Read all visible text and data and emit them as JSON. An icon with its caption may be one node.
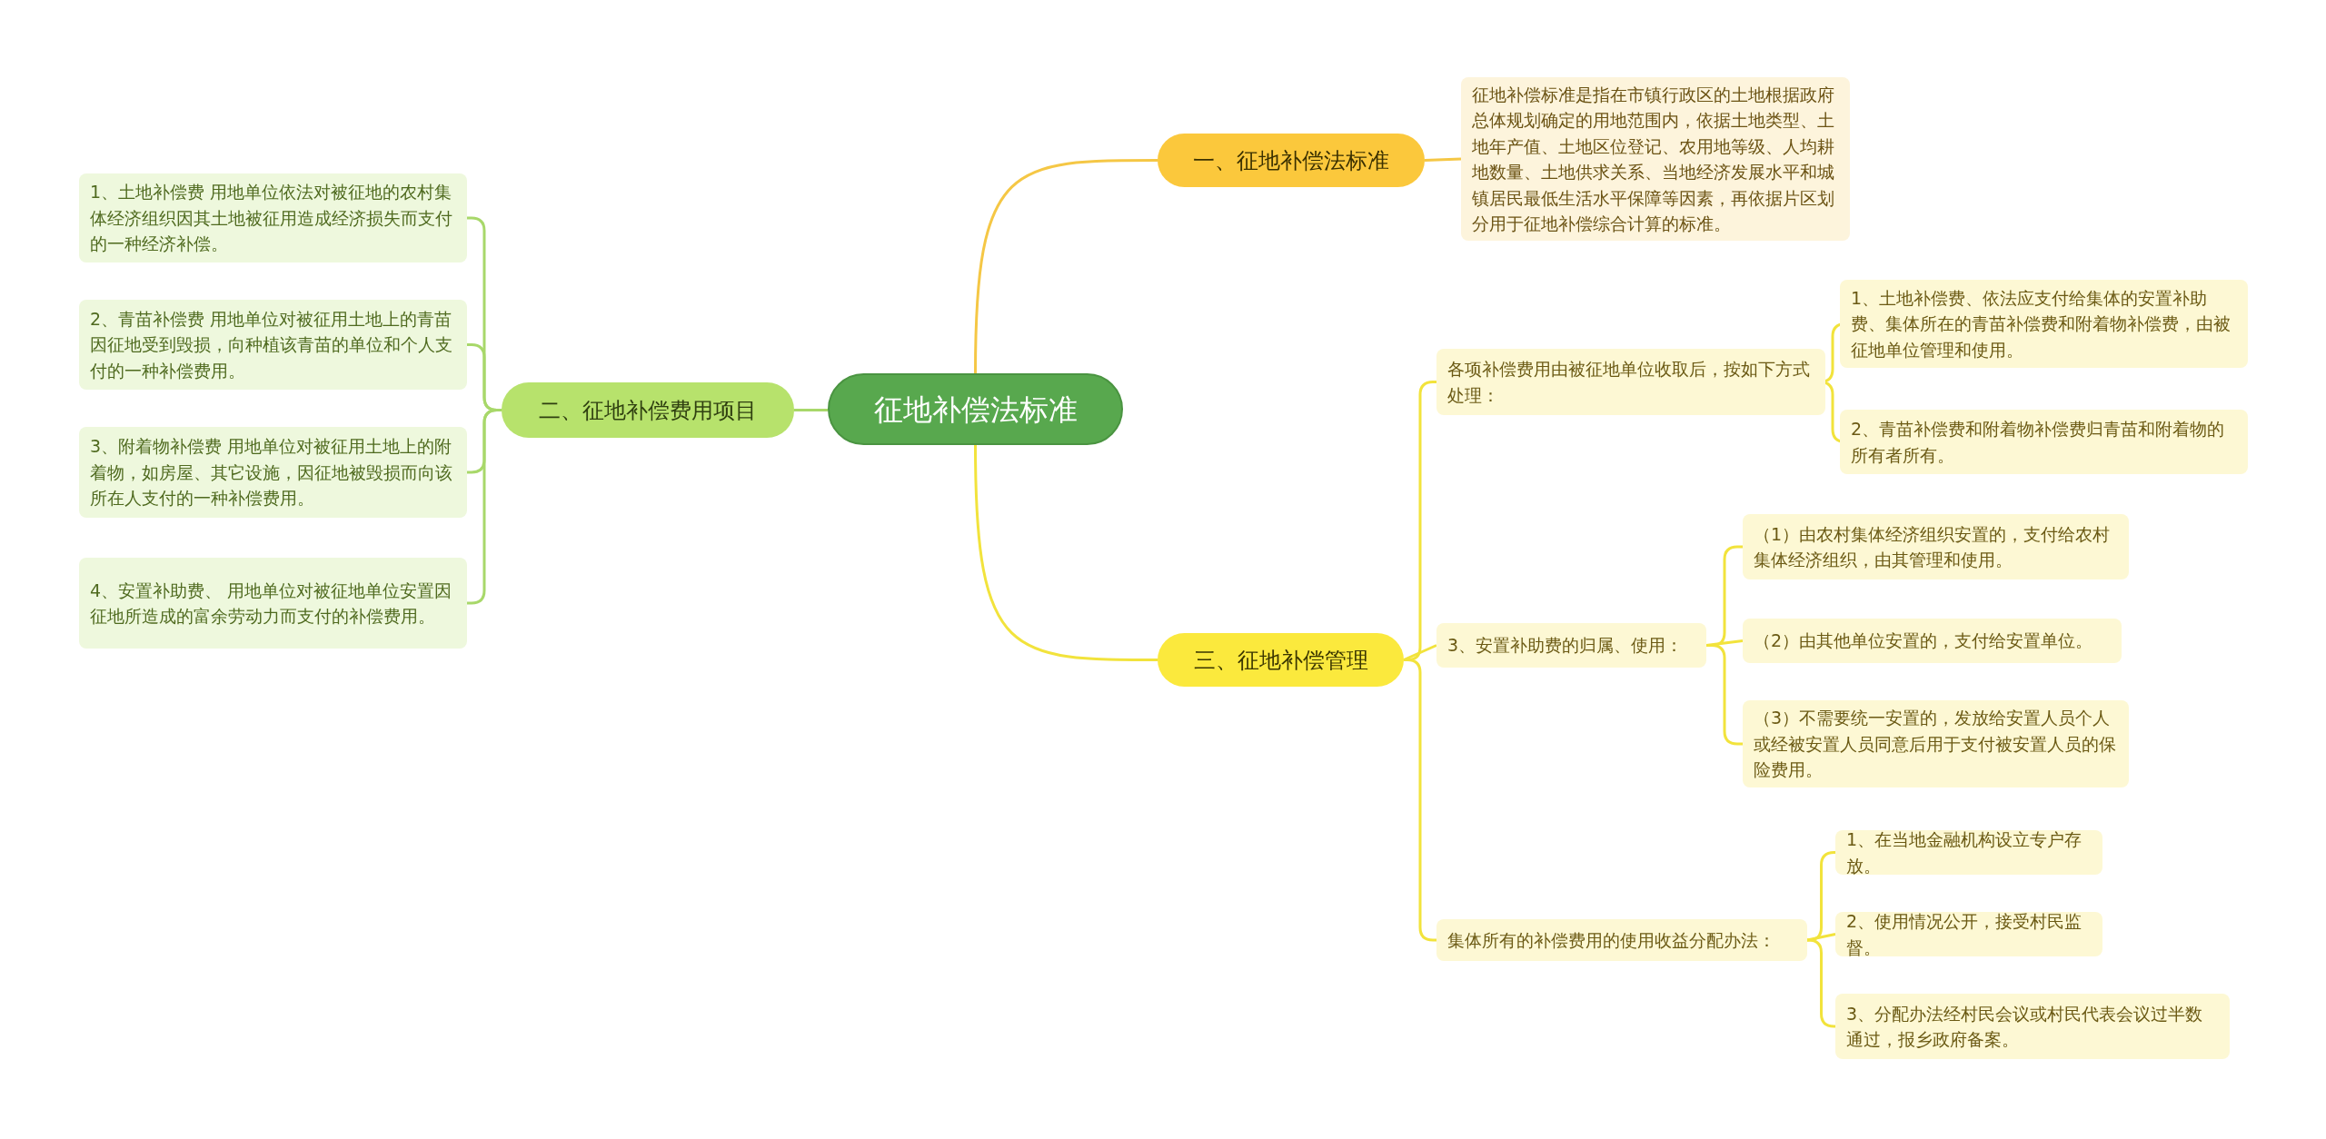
{
  "diagram": {
    "nodes": [
      {
        "text": [
          "征地补偿法标准"
        ]
      },
      {
        "text": [
          "一、征地补偿法标准"
        ]
      },
      {
        "text": [
          "征地补偿标准是指在市镇行政区的土地根据政府总体规划确定的用地范围内，依据土地类型、土地年产值、土地区位登记、农用地等级、人均耕地数量、土地供求关系、当地经济发展水平和城镇居民最低生活水平保障等因素，再依据片区划分用于征地补偿综合计算的标准。"
        ]
      },
      {
        "text": [
          "二、征地补偿费用项目"
        ]
      },
      {
        "text": [
          "1、土地补偿费 用地单位依法对被征地的农村集体经济组织因其土地被征用造成经济损失而支付的一种经济补偿。"
        ]
      },
      {
        "text": [
          "2、青苗补偿费 用地单位对被征用土地上的青苗因征地受到毁损，向种植该青苗的单位和个人支付的一种补偿费用。"
        ]
      },
      {
        "text": [
          "3、附着物补偿费 用地单位对被征用土地上的附着物，如房屋、其它设施，因征地被毁损而向该所在人支付的一种补偿费用。"
        ]
      },
      {
        "text": [
          "4、安置补助费、 用地单位对被征地单位安置因征地所造成的富余劳动力而支付的补偿费用。"
        ]
      },
      {
        "text": [
          "三、征地补偿管理"
        ]
      },
      {
        "text": [
          "各项补偿费用由被征地单位收取后，按如下方式处理："
        ]
      },
      {
        "text": [
          "1、土地补偿费、依法应支付给集体的安置补助费、集体所在的青苗补偿费和附着物补偿费，由被征地单位管理和使用。"
        ]
      },
      {
        "text": [
          "2、青苗补偿费和附着物补偿费归青苗和附着物的所有者所有。"
        ]
      },
      {
        "text": [
          "3、安置补助费的归属、使用："
        ]
      },
      {
        "text": [
          "（1）由农村集体经济组织安置的，支付给农村集体经济组织，由其管理和使用。"
        ]
      },
      {
        "text": [
          "（2）由其他单位安置的，支付给安置单位。"
        ]
      },
      {
        "text": [
          "（3）不需要统一安置的，发放给安置人员个人或经被安置人员同意后用于支付被安置人员的保险费用。"
        ]
      },
      {
        "text": [
          "集体所有的补偿费用的使用收益分配办法："
        ]
      },
      {
        "text": [
          "1、在当地金融机构设立专户存放。"
        ]
      },
      {
        "text": [
          "2、使用情况公开，接受村民监督。"
        ]
      },
      {
        "text": [
          "3、分配办法经村民会议或村民代表会议过半数通过，报乡政府备案。"
        ]
      }
    ],
    "edges": [
      {
        "from": 0,
        "to": 1,
        "arrow": "none",
        "color": "#f5c745"
      },
      {
        "from": 0,
        "to": 3,
        "arrow": "none",
        "color": "#a8d86a"
      },
      {
        "from": 0,
        "to": 8,
        "arrow": "none"
      },
      {
        "from": 1,
        "to": 2,
        "arrow": "none",
        "color": "#f5c745"
      },
      {
        "from": 3,
        "to": 4,
        "arrow": "none",
        "color": "#a8d86a"
      },
      {
        "from": 3,
        "to": 5,
        "arrow": "none",
        "color": "#a8d86a"
      },
      {
        "from": 3,
        "to": 6,
        "arrow": "none",
        "color": "#a8d86a"
      },
      {
        "from": 3,
        "to": 7,
        "arrow": "none",
        "color": "#a8d86a"
      },
      {
        "from": 8,
        "to": 9,
        "arrow": "none"
      },
      {
        "from": 8,
        "to": 12,
        "arrow": "none"
      },
      {
        "from": 8,
        "to": 16,
        "arrow": "none"
      },
      {
        "from": 9,
        "to": 10,
        "arrow": "none"
      },
      {
        "from": 9,
        "to": 11,
        "arrow": "none"
      },
      {
        "from": 12,
        "to": 13,
        "arrow": "none"
      },
      {
        "from": 12,
        "to": 14,
        "arrow": "none"
      },
      {
        "from": 12,
        "to": 15,
        "arrow": "none"
      },
      {
        "from": 16,
        "to": 17,
        "arrow": "none"
      },
      {
        "from": 16,
        "to": 18,
        "arrow": "none"
      },
      {
        "from": 16,
        "to": 19,
        "arrow": "none"
      }
    ]
  }
}
